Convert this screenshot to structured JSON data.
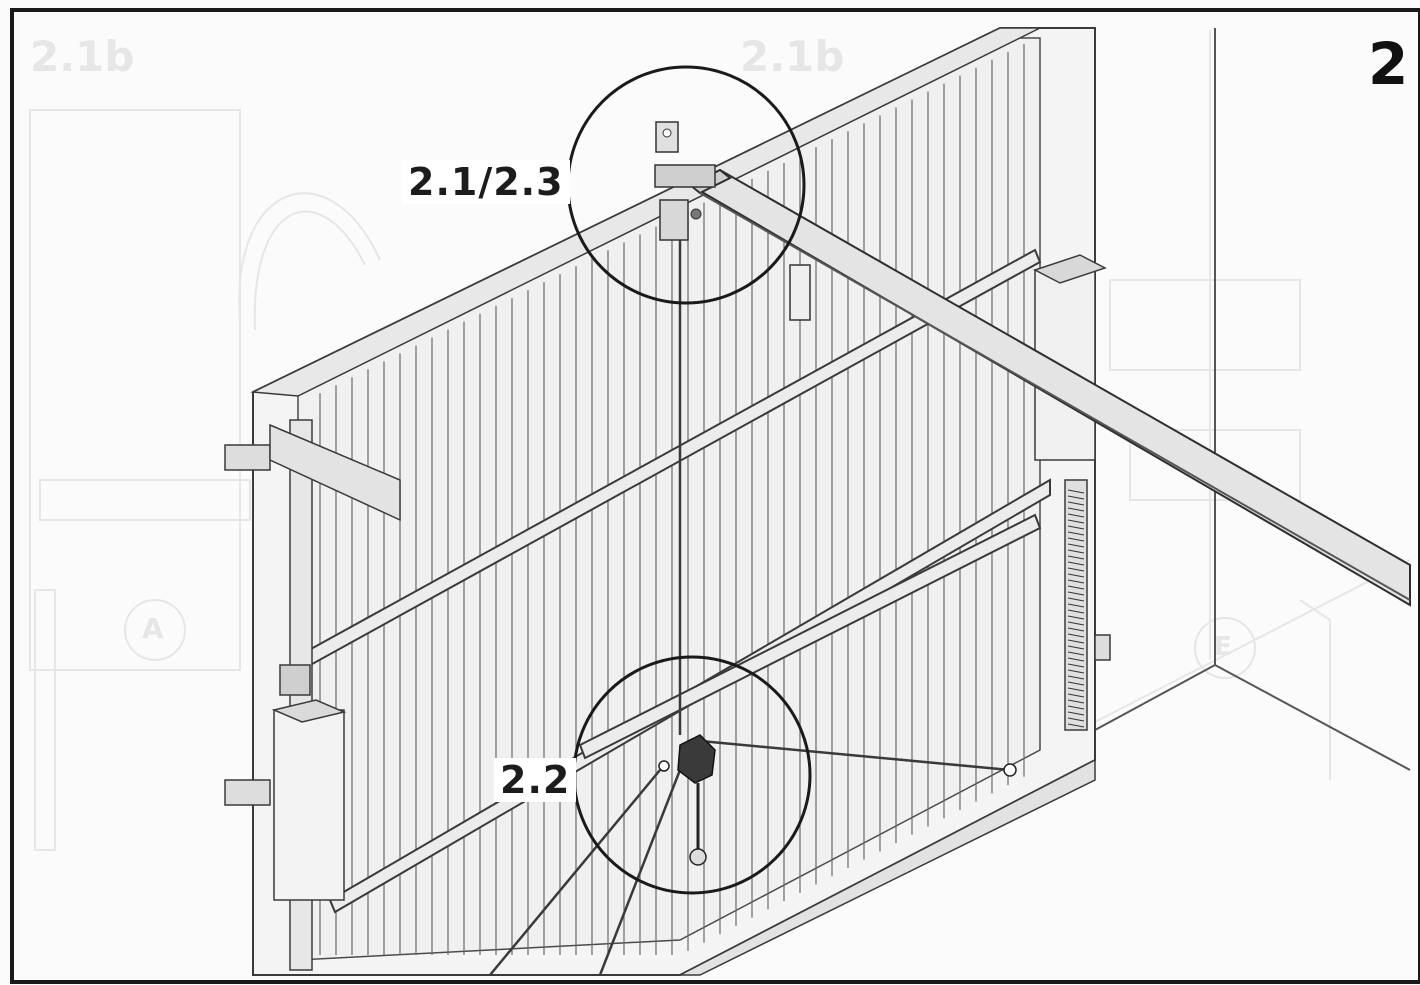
{
  "figure": {
    "step_number": "2",
    "callout_top_label": "2.1/2.3",
    "callout_bottom_label": "2.2",
    "background_labels": [
      "2.1b",
      "2.1b",
      "A",
      "E"
    ]
  },
  "colors": {
    "line": "#3a3a3a",
    "panel_fill": "#f2f2f2",
    "ghost": "#e2e2e2",
    "border": "#1a1a1a"
  }
}
